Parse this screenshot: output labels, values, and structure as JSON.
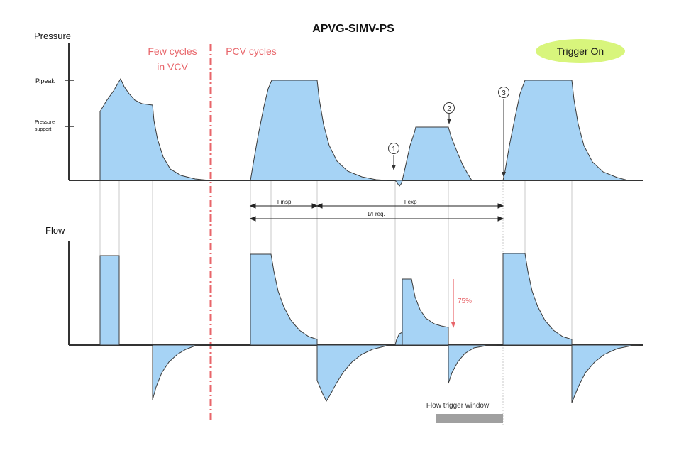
{
  "title": "APVG-SIMV-PS",
  "pressure_label": "Pressure",
  "flow_label": "Flow",
  "ppeak_label": "P.peak",
  "ps_label_line1": "Pressure",
  "ps_label_line2": "support",
  "vcv_label_line1": "Few cycles",
  "vcv_label_line2": "in VCV",
  "pcv_label": "PCV cycles",
  "trigger_badge": "Trigger On",
  "marker_1": "1",
  "marker_2": "2",
  "marker_3": "3",
  "tinsp_label": "T.insp",
  "texp_label": "T.exp",
  "freq_label": "1/Freq.",
  "percent_label": "75%",
  "flow_trigger_label": "Flow trigger window",
  "colors": {
    "waveform_fill": "#a6d3f5",
    "waveform_stroke": "#3a3a3a",
    "accent_red": "#e8656a",
    "badge_fill": "#d8f57c",
    "window_bar": "#a0a0a0"
  }
}
